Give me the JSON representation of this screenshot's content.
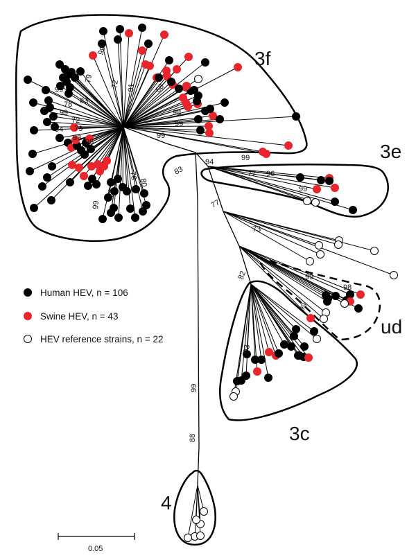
{
  "clades": {
    "c3f": "3f",
    "c3e": "3e",
    "c3c": "3c",
    "ud": "ud",
    "c4": "4"
  },
  "bootstrap": {
    "b99a": "99",
    "b79": "79",
    "b72": "72",
    "b81": "81",
    "b68": "68",
    "b99b": "99",
    "b78": "78",
    "b83a": "83",
    "b99c": "99",
    "b72b": "72",
    "b73a": "73",
    "b94a": "94",
    "b93a": "93",
    "b98a": "98",
    "b98b": "98",
    "b99d": "99",
    "b99e": "99",
    "b76": "76",
    "b80": "80",
    "b88a": "88",
    "b99f": "99",
    "b83b": "83",
    "b94b": "94",
    "b99g": "99",
    "b77a": "77",
    "b96": "96",
    "b99h": "99",
    "b77b": "77",
    "b73b": "73",
    "b82": "82",
    "b99i": "99",
    "b98c": "98",
    "b99j": "99",
    "b93b": "93",
    "b99k": "99",
    "b88b": "88"
  },
  "legend": {
    "human": "Human HEV,  n = 106",
    "swine": "Swine HEV,  n = 43",
    "reference": "HEV reference strains, n = 22"
  },
  "colors": {
    "human": "#000000",
    "swine": "#e8262b",
    "reference": "#ffffff"
  },
  "scale_bar": {
    "label": "0.05"
  }
}
